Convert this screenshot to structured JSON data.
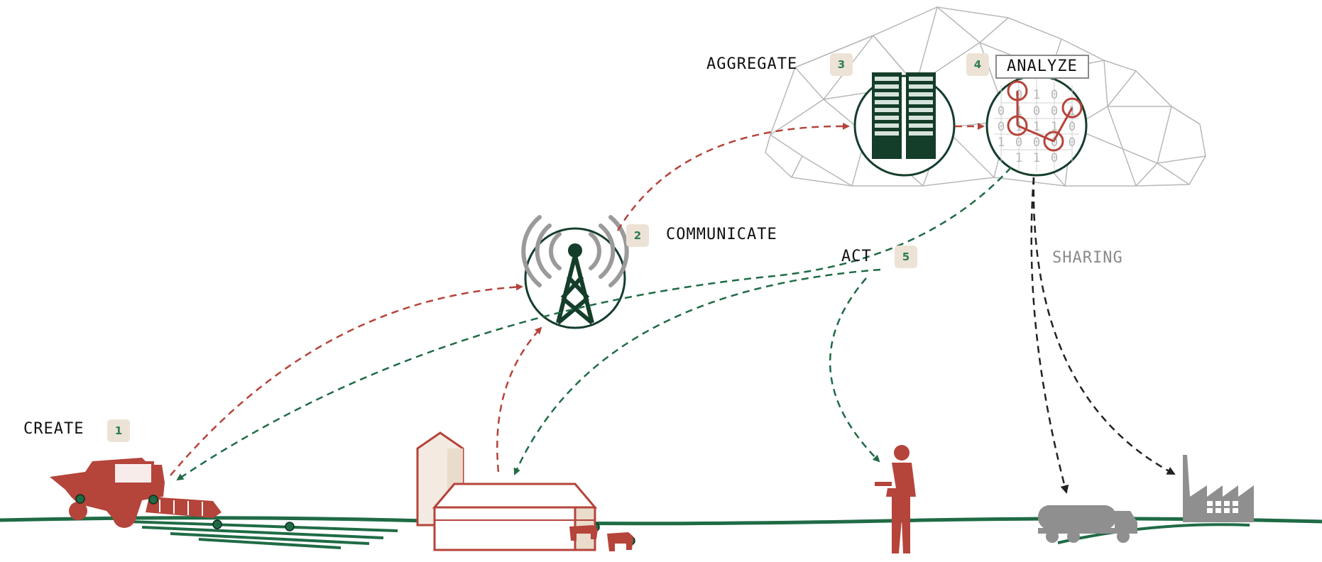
{
  "colors": {
    "brand_red": "#b5443b",
    "brand_green": "#1f6b45",
    "dark_green": "#143d2a",
    "badge_bg": "#ece3d6",
    "badge_text": "#2e7d54",
    "gray": "#8a8a8a"
  },
  "steps": [
    {
      "number": "1",
      "label": "CREATE"
    },
    {
      "number": "2",
      "label": "COMMUNICATE"
    },
    {
      "number": "3",
      "label": "AGGREGATE"
    },
    {
      "number": "4",
      "label": "ANALYZE"
    },
    {
      "number": "5",
      "label": "ACT"
    }
  ],
  "sharing_label": "SHARING",
  "binary_grid": [
    [
      "",
      "0",
      "1",
      "0",
      ""
    ],
    [
      "0",
      "1",
      "0",
      "0",
      "1"
    ],
    [
      "0",
      "1",
      "1",
      "1",
      "0"
    ],
    [
      "1",
      "0",
      "0",
      "0",
      "0"
    ],
    [
      "",
      "1",
      "1",
      "0",
      ""
    ]
  ],
  "icons": {
    "harvester": "combine-harvester-icon",
    "farm": "barn-silo-icon",
    "tower": "radio-tower-icon",
    "servers": "server-rack-icon",
    "analysis": "network-analysis-icon",
    "farmer": "farmer-tablet-icon",
    "truck": "tanker-truck-icon",
    "factory": "factory-icon",
    "cloud": "cloud-mesh-icon"
  }
}
